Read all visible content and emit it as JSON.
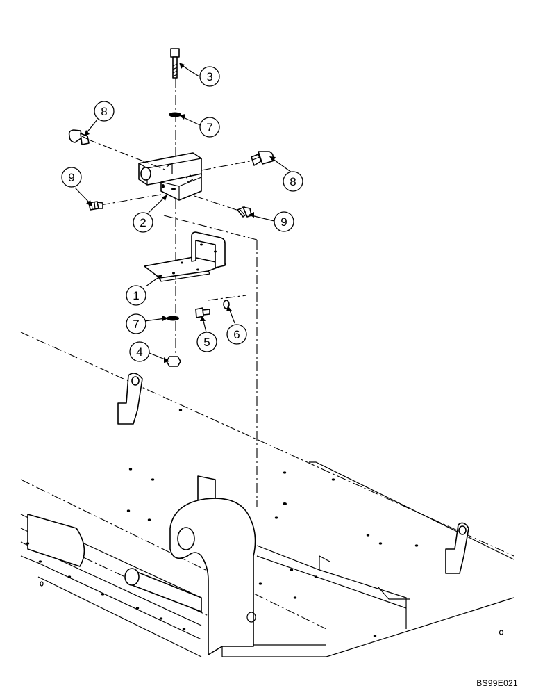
{
  "diagram": {
    "callouts": [
      {
        "id": "callout-3",
        "label": "3"
      },
      {
        "id": "callout-7-top",
        "label": "7"
      },
      {
        "id": "callout-8-left",
        "label": "8"
      },
      {
        "id": "callout-8-right",
        "label": "8"
      },
      {
        "id": "callout-9-left",
        "label": "9"
      },
      {
        "id": "callout-2",
        "label": "2"
      },
      {
        "id": "callout-9-right",
        "label": "9"
      },
      {
        "id": "callout-1",
        "label": "1"
      },
      {
        "id": "callout-7-bottom",
        "label": "7"
      },
      {
        "id": "callout-6",
        "label": "6"
      },
      {
        "id": "callout-5",
        "label": "5"
      },
      {
        "id": "callout-4",
        "label": "4"
      }
    ],
    "reference_code": "BS99E021"
  }
}
